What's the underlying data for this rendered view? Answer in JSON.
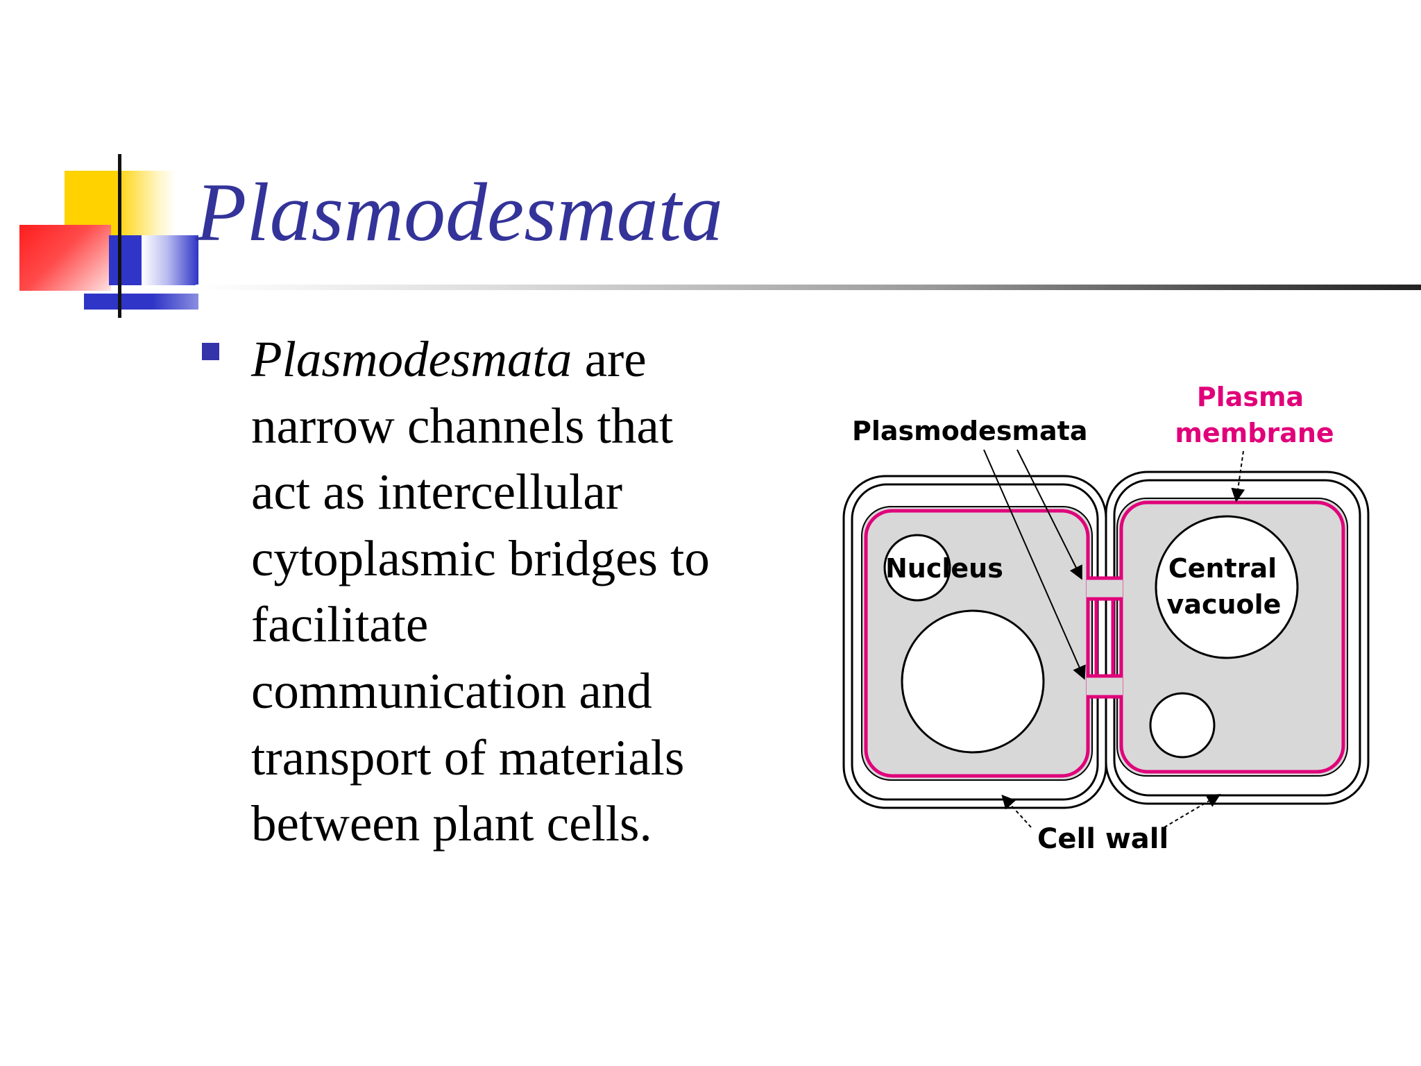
{
  "slide": {
    "title": "Plasmodesmata",
    "bullet": {
      "line1_italic": "Plasmodesmata",
      "line1_rest": " are",
      "lines": [
        "narrow channels that",
        "act as intercellular",
        "cytoplasmic bridges to",
        "facilitate",
        "communication and",
        "transport of materials",
        "between plant cells."
      ]
    }
  },
  "diagram": {
    "labels": {
      "plasmodesmata": "Plasmodesmata",
      "plasma_line1": "Plasma",
      "plasma_line2": "membrane",
      "nucleus": "Nucleus",
      "vacuole_line1": "Central",
      "vacuole_line2": "vacuole",
      "cell_wall": "Cell wall"
    },
    "colors": {
      "membrane": "#e0007a",
      "cytoplasm": "#d8d8d8",
      "title": "#333399"
    }
  }
}
